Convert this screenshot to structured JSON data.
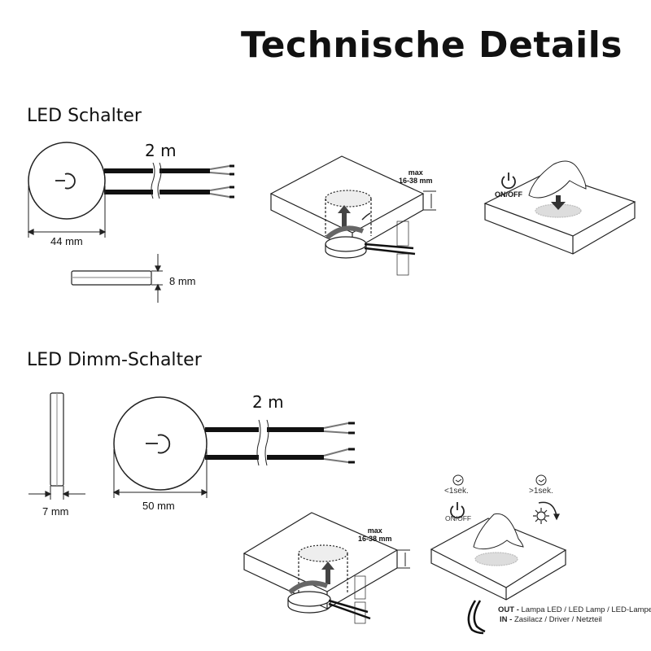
{
  "title": "Technische Details",
  "switch": {
    "heading": "LED Schalter",
    "cable_length": "2 m",
    "diameter": "44 mm",
    "height": "8 mm",
    "mount_depth": "max\n16-38 mm",
    "mode_label": "ON/OFF"
  },
  "dimmer": {
    "heading": "LED Dimm-Schalter",
    "cable_length": "2 m",
    "diameter": "50 mm",
    "height": "7 mm",
    "mount_depth": "max\n16-38 mm",
    "short_press": "<1sek.",
    "short_press_mode": "ON/OFF",
    "long_press": ">1sek.",
    "out_label": "OUT -",
    "out_text": " Lampa LED / LED Lamp / LED-Lampe",
    "in_label": "IN -",
    "in_text": " Zasilacz / Driver / Netzteil"
  },
  "colors": {
    "line": "#222222",
    "cable": "#111111",
    "sensor": "#d8d8d8"
  }
}
